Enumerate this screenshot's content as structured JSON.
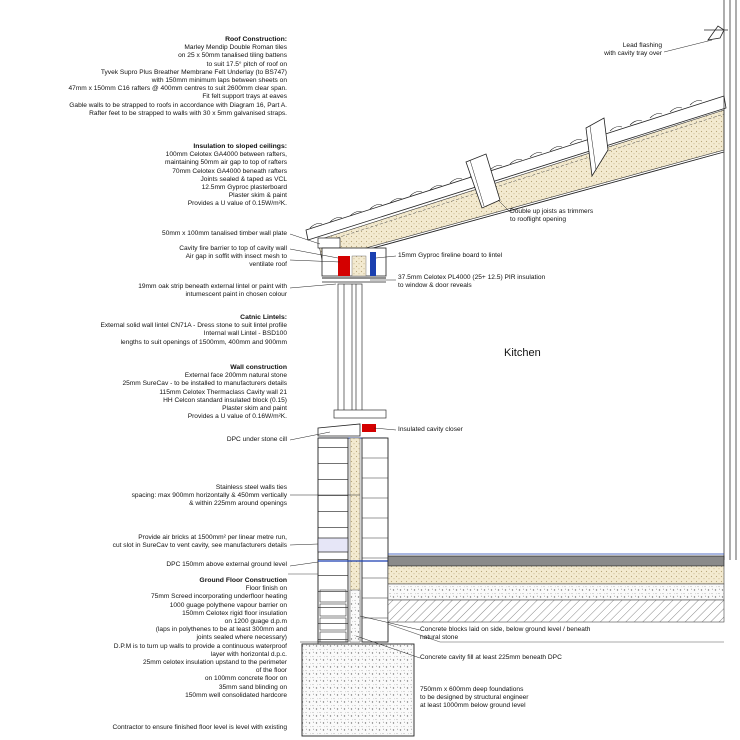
{
  "notes": {
    "roof": {
      "heading": "Roof Construction:",
      "lines": [
        "Marley Mendip Double Roman tiles",
        "on 25 x 50mm tanalised tiling battens",
        "to suit 17.5° pitch of roof on",
        "Tyvek Supro Plus Breather Membrane Felt Underlay (to BS747)",
        "with 150mm minimum laps between sheets on",
        "47mm x 150mm C16 rafters @ 400mm centres to suit 2600mm clear span.",
        "Fit felt support trays at eaves",
        "Gable walls to be strapped to roofs in accordance with Diagram 16, Part A.",
        "Rafter feet to be strapped to walls with 30 x 5mm galvanised straps."
      ]
    },
    "insulation": {
      "heading": "Insulation to sloped ceilings:",
      "lines": [
        "100mm Celotex GA4000 between rafters,",
        "maintaining 50mm air gap to top of rafters",
        "70mm  Celotex GA4000 beneath rafters",
        "Joints sealed & taped as VCL",
        "12.5mm  Gyproc plasterboard",
        "Plaster skim & paint",
        "Provides a U value of 0.15W/m²K."
      ]
    },
    "wallplate": [
      "50mm x 100mm tanalised timber wall plate"
    ],
    "eaves": [
      "Cavity fire barrier to top of cavity wall",
      "Air gap in soffit with insect mesh to",
      "ventilate roof"
    ],
    "oak": [
      "19mm oak strip beneath external lintel or paint with",
      "intumescent paint in chosen colour"
    ],
    "lintels": {
      "heading": "Catnic Lintels:",
      "lines": [
        "External solid wall lintel CN71A - Dress stone to suit lintel profile",
        "Internal wall Lintel - BSD100",
        "lengths to suit openings of 1500mm, 400mm and 900mm"
      ]
    },
    "wall": {
      "heading": "Wall construction",
      "lines": [
        "External face 200mm natural stone",
        "25mm SureCav - to be installed to manufacturers details",
        "115mm  Celotex Thermaclass Cavity wall 21",
        "HH Celcon standard insulated block (0.15)",
        "Plaster skim and paint",
        "Provides a U value of 0.16W/m²K."
      ]
    },
    "dpc_sill": [
      "DPC under stone cill"
    ],
    "ties": [
      "Stainless steel walls ties",
      "spacing: max 900mm horizontally & 450mm vertically",
      "& within 225mm around openings"
    ],
    "airbricks": [
      "Provide air bricks at 1500mm² per linear metre run,",
      "cut slot in SureCav to vent cavity, see manufacturers details"
    ],
    "dpc_ground": [
      "DPC 150mm above external ground level"
    ],
    "floor": {
      "heading": "Ground Floor Construction",
      "lines": [
        "Floor finish on",
        "75mm Screed incorporating underfloor heating",
        "1000 guage polythene vapour barrier on",
        "150mm Celotex rigid floor insulation",
        "on 1200 guage d.p.m",
        "(laps in polythenes to be at least 300mm and",
        "joints sealed where necessary)",
        "D.P.M is to turn up walls to provide a continuous waterproof",
        "layer with horizontal d.p.c.",
        "25mm celotex insulation upstand to the perimeter",
        "of the floor",
        "on 100mm concrete floor on",
        "35mm sand blinding on",
        "150mm well consolidated hardcore"
      ]
    },
    "contractor": [
      "Contractor to ensure finished floor level is level with existing"
    ]
  },
  "right_labels": {
    "lead": [
      "Lead flashing",
      "with cavity tray over"
    ],
    "joists": [
      "Double up joists as trimmers",
      "to rooflight opening"
    ],
    "fireline": [
      "15mm Gyproc fireline board to lintel"
    ],
    "pir": [
      "37.5mm Celotex PL4000 (25+ 12.5) PIR insulation",
      "to window & door reveals"
    ],
    "closer": [
      "Insulated cavity closer"
    ],
    "blocks": [
      "Concrete blocks laid on side, below ground level / beneath",
      "natural stone"
    ],
    "fill": [
      "Concrete cavity fill at least 225mm beneath DPC"
    ],
    "foundation": [
      "750mm x 600mm deep foundations",
      "to be designed by structural engineer",
      "at least 1000mm below ground level"
    ]
  },
  "room_label": "Kitchen"
}
